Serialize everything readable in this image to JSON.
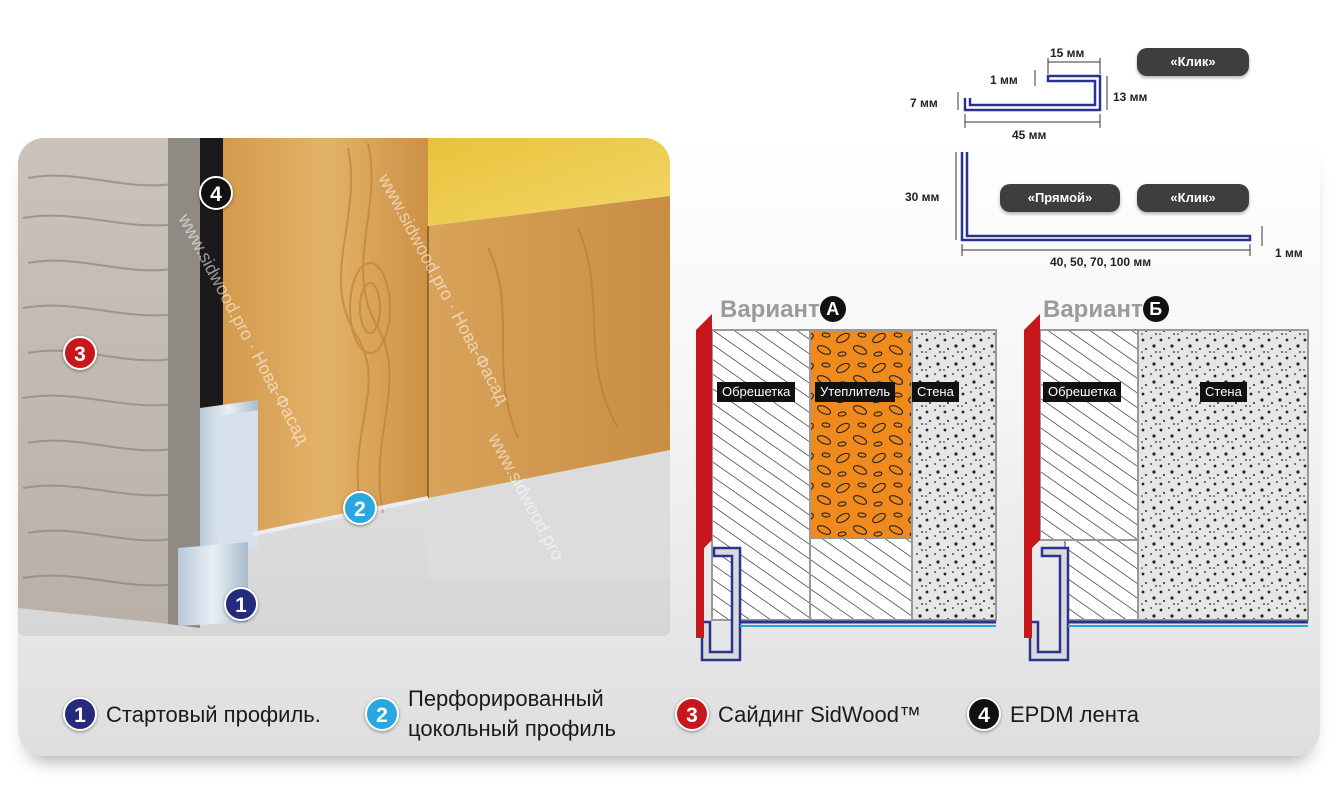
{
  "profiles": {
    "top": {
      "pill": "«Клик»",
      "dims": {
        "top_width": "15 мм",
        "thickness": "1 мм",
        "left_height": "7 мм",
        "right_height": "13 мм",
        "bottom_width": "45 мм"
      }
    },
    "bottom": {
      "pills": [
        "«Прямой»",
        "«Клик»"
      ],
      "dims": {
        "height": "30 мм",
        "thickness": "1 мм",
        "widths": "40, 50, 70, 100 мм"
      }
    }
  },
  "variants": [
    {
      "title": "Вариант",
      "letter": "А",
      "labels": [
        "Обрешетка",
        "Утеплитель",
        "Стена"
      ]
    },
    {
      "title": "Вариант",
      "letter": "Б",
      "labels": [
        "Обрешетка",
        "Стена"
      ]
    }
  ],
  "photo": {
    "badges": [
      "1",
      "2",
      "3",
      "4"
    ],
    "watermarks": [
      "www.sidwood.pro · Нова-Фасад",
      "www.sidwood.pro · Нова-Фасад",
      "www.sidwood.pro"
    ]
  },
  "legend": [
    {
      "num": "1",
      "line1": "Стартовый профиль.",
      "line2": "",
      "color": "#252a7c"
    },
    {
      "num": "2",
      "line1": "Перфорированный",
      "line2": "цокольный профиль",
      "color": "#29a8e0"
    },
    {
      "num": "3",
      "line1": "Сайдинг SidWood™",
      "line2": "",
      "color": "#c8161d"
    },
    {
      "num": "4",
      "line1": "EPDM лента",
      "line2": "",
      "color": "#111111"
    }
  ]
}
